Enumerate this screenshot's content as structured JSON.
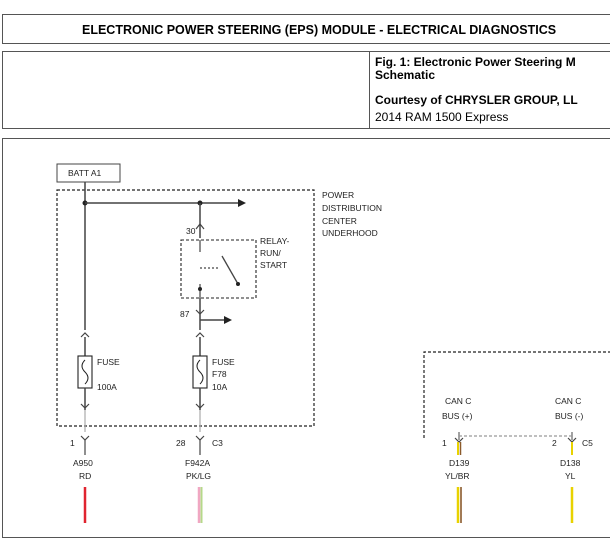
{
  "header": {
    "title": "ELECTRONIC POWER STEERING (EPS) MODULE - ELECTRICAL DIAGNOSTICS",
    "figure_caption_line1": "Fig. 1: Electronic Power Steering M",
    "figure_caption_line2": "Schematic",
    "courtesy": "Courtesy of CHRYSLER GROUP, LL",
    "vehicle": "2014 RAM 1500 Express"
  },
  "schematic": {
    "batt_label": "BATT A1",
    "pdc_label": [
      "POWER",
      "DISTRIBUTION",
      "CENTER",
      "UNDERHOOD"
    ],
    "relay_label": [
      "RELAY-",
      "RUN/",
      "START"
    ],
    "relay_pin_top": "30",
    "relay_pin_bottom": "87",
    "fuse1_name": "FUSE",
    "fuse1_rating": "100A",
    "fuse2_name": "FUSE",
    "fuse2_id": "F78",
    "fuse2_rating": "10A",
    "pin1": "1",
    "pin2": "28",
    "connector1": "C3",
    "circuit1": "A950",
    "color1": "RD",
    "circuit2": "F942A",
    "color2": "PK/LG",
    "can_high_label": [
      "CAN C",
      "BUS (+)"
    ],
    "can_low_label": [
      "CAN C",
      "BUS (-)"
    ],
    "can_pin1": "1",
    "can_pin2": "2",
    "connector2": "C5",
    "circuit3": "D139",
    "color3": "YL/BR",
    "circuit4": "D138",
    "color4": "YL"
  },
  "colors": {
    "red_wire": "#e0242f",
    "pink_wire": "#f0a7c2",
    "lightgreen_wire": "#b5d98a",
    "yellow_wire": "#e8d200",
    "brown_wire": "#8b5a2b",
    "gray_wire": "#999999"
  }
}
